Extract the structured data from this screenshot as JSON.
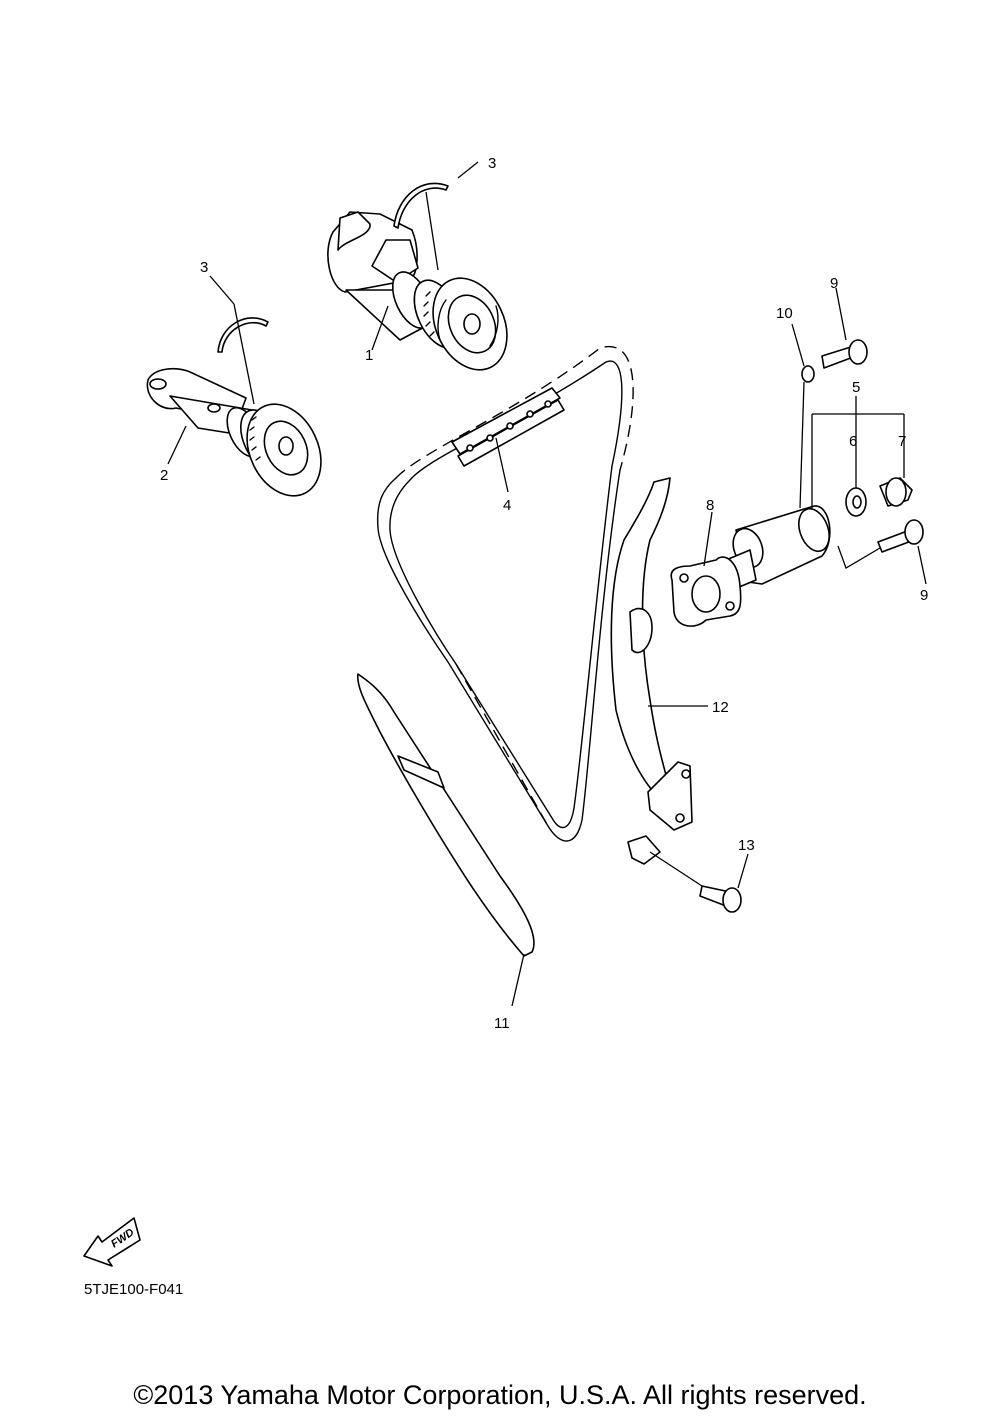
{
  "diagram": {
    "code": "5TJE100-F041",
    "copyright": "©2013 Yamaha Motor Corporation, U.S.A. All rights reserved.",
    "fwd_label": "FWD",
    "callouts": {
      "c1": "1",
      "c2": "2",
      "c3a": "3",
      "c3b": "3",
      "c4": "4",
      "c5": "5",
      "c6": "6",
      "c7": "7",
      "c8": "8",
      "c9a": "9",
      "c9b": "9",
      "c10": "10",
      "c11": "11",
      "c12": "12",
      "c13": "13"
    }
  }
}
